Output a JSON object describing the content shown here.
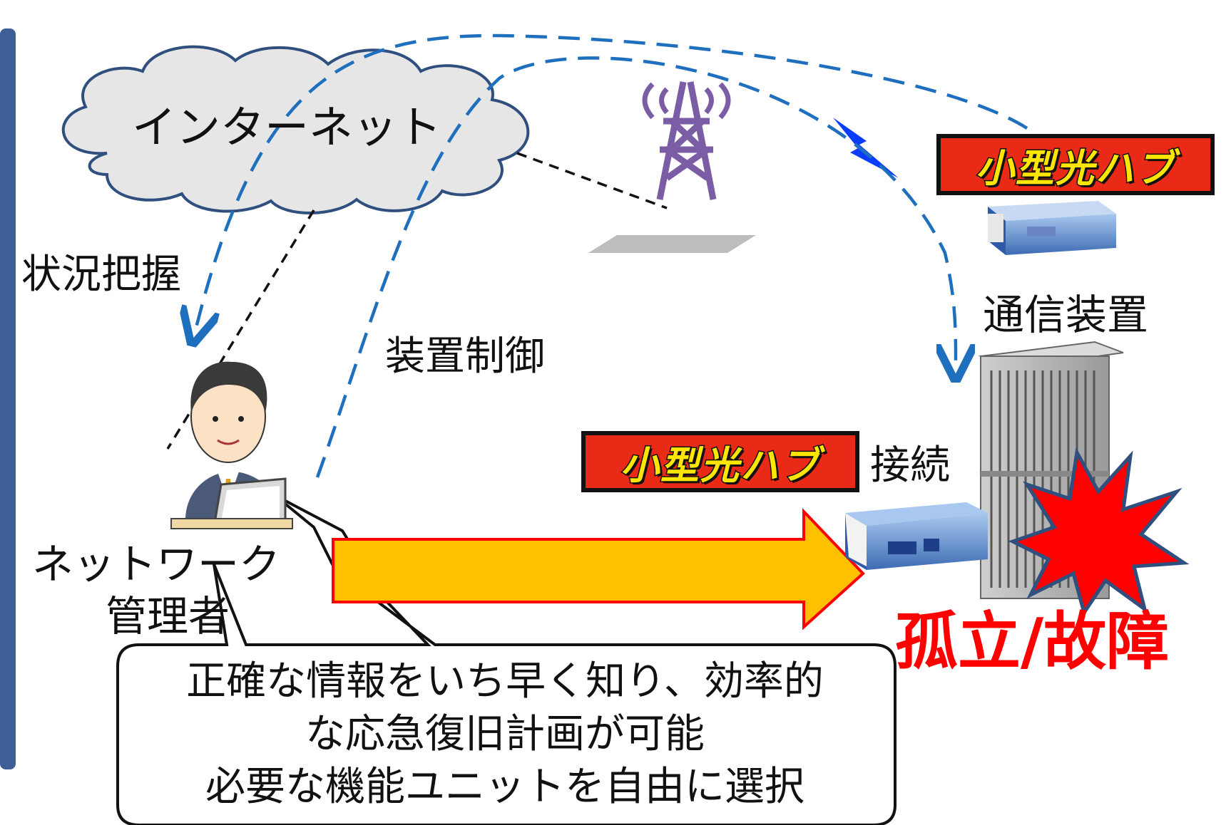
{
  "labels": {
    "internet": "インターネット",
    "status": "状況把握",
    "control": "装置制御",
    "admin_line1": "ネットワーク",
    "admin_line2": "管理者",
    "connect": "接続",
    "comm_device": "通信装置",
    "failure": "孤立/故障"
  },
  "hub_badge": "小型光ハブ",
  "callout": {
    "line1": "正確な情報をいち早く知り、効率的",
    "line2": "な応急復旧計画が可能",
    "line3": "必要な機能ユニットを自由に選択"
  },
  "colors": {
    "arrow_fill": "#ffc000",
    "arrow_border": "#ff0000",
    "failure_text": "#ff0000",
    "dashed_link": "#1f6fbf",
    "sidebar": "#3d5f95",
    "tower": "#7b5da6",
    "badge_bg": "#e82a17",
    "badge_text": "#ffe600"
  }
}
